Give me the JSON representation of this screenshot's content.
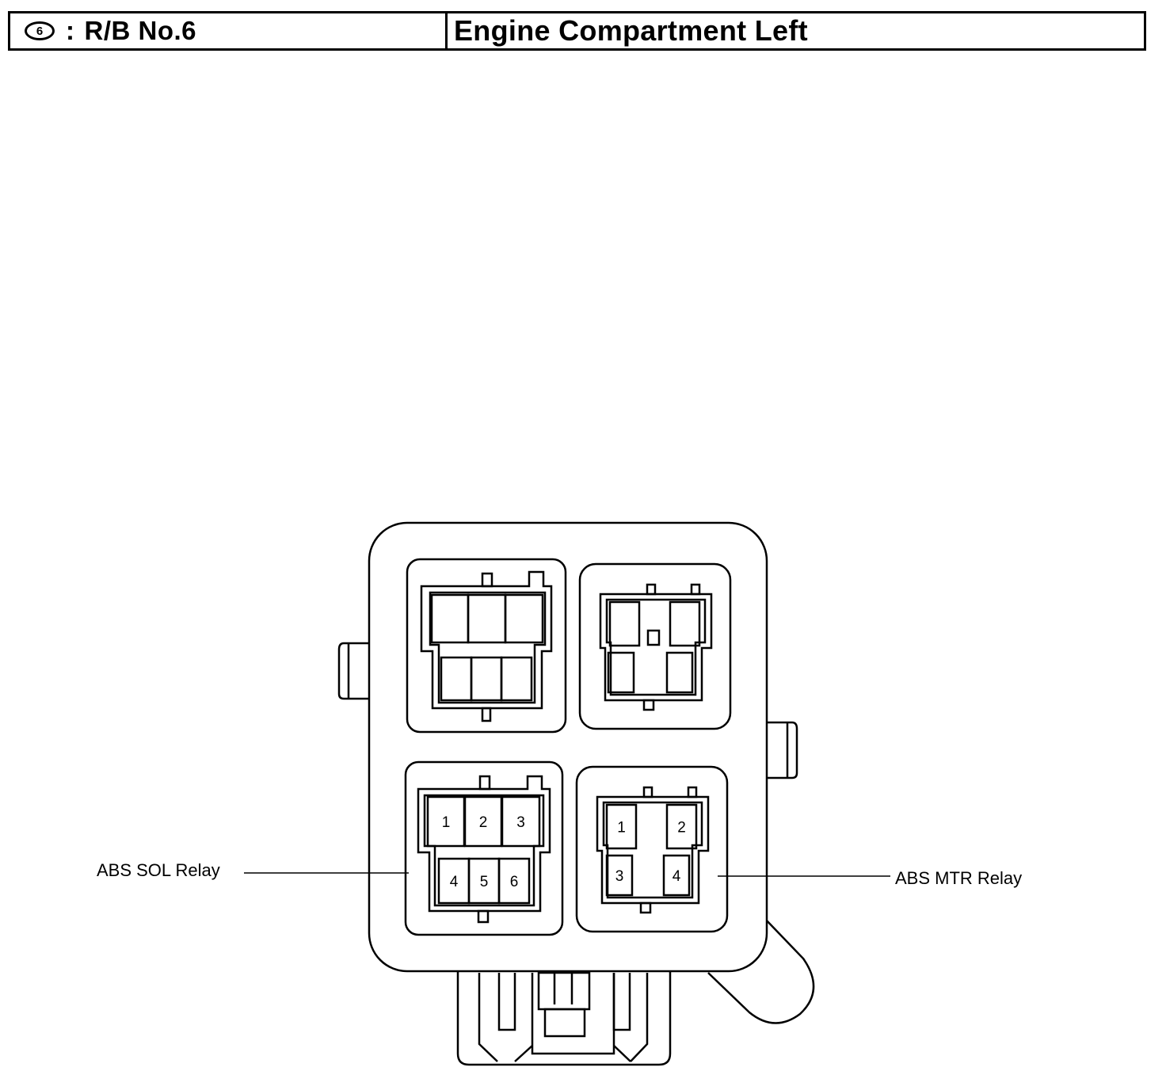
{
  "header": {
    "badge_number": "6",
    "separator": ":",
    "relay_block": "R/B No.6",
    "location": "Engine Compartment Left"
  },
  "relays": {
    "sol": {
      "label": "ABS SOL Relay",
      "pins": [
        "1",
        "2",
        "3",
        "4",
        "5",
        "6"
      ]
    },
    "mtr": {
      "label": "ABS MTR Relay",
      "pins": [
        "1",
        "2",
        "3",
        "4"
      ]
    }
  }
}
